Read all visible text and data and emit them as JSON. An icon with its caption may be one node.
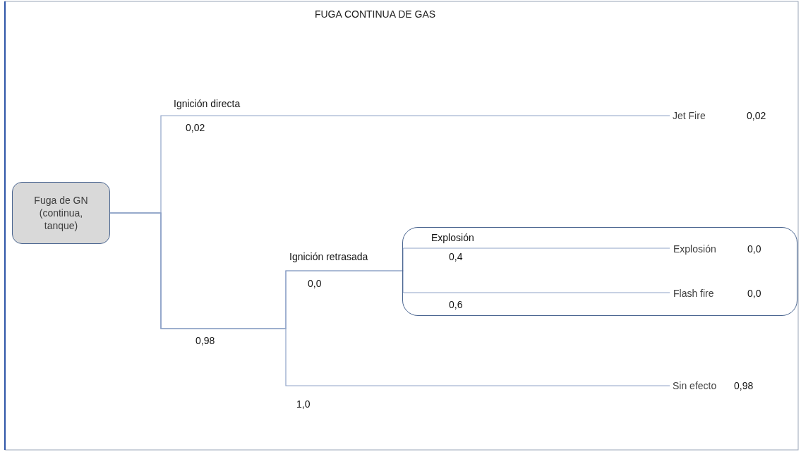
{
  "diagram": {
    "title": "FUGA CONTINUA DE GAS",
    "nodes": [
      {
        "text": [
          "Fuga de GN (continua, tanque)"
        ]
      },
      {
        "text": [],
        "shape": "box"
      },
      {
        "text": [
          "Jet Fire"
        ]
      },
      {
        "text": [
          "Explosión"
        ],
        "beside": [
          "0,0"
        ],
        "in": 1
      },
      {
        "text": [
          "Flash fire"
        ],
        "beside": [
          "0,0"
        ],
        "in": 1
      },
      {
        "text": [
          "Sin efecto"
        ],
        "beside": [
          "0,98"
        ]
      }
    ],
    "edges": [
      {
        "from": 0,
        "to": 2,
        "arrow": "none"
      },
      {
        "from": 0,
        "to": 3,
        "arrow": "none"
      },
      {
        "from": 0,
        "to": 4,
        "arrow": "none"
      },
      {
        "from": 0,
        "to": 5,
        "arrow": "none"
      }
    ],
    "labels": [
      "Ignición directa",
      "0,02",
      "0,02",
      "Explosión",
      "Ignición retrasada",
      "0,4",
      "0,0",
      "0,6",
      "0,98",
      "1,0"
    ]
  }
}
